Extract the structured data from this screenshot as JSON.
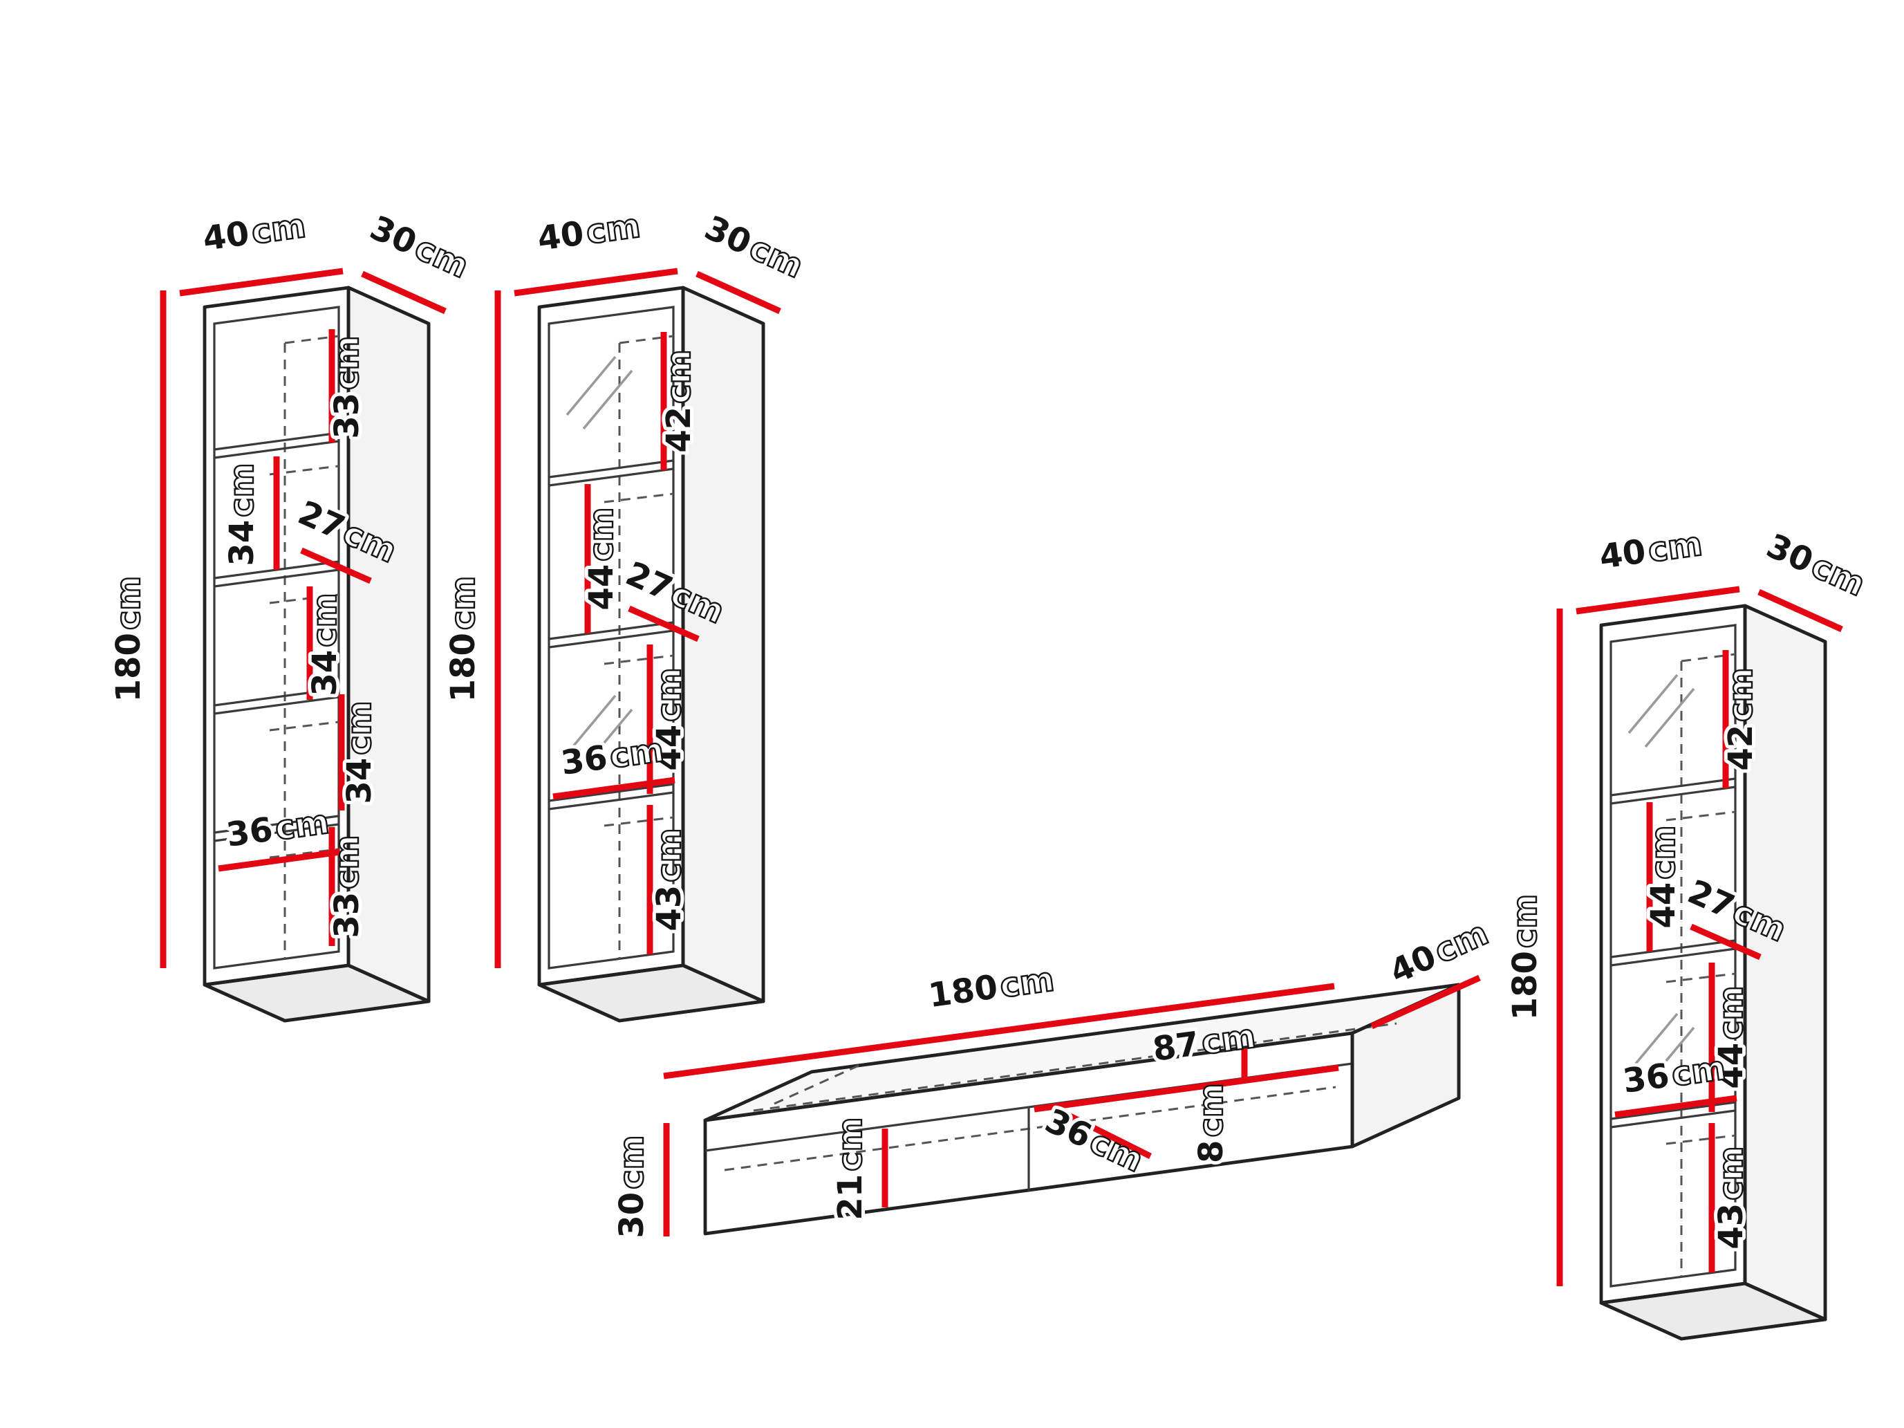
{
  "page": {
    "background": "#ffffff",
    "accent_red": "#e30613",
    "line_black": "#222222",
    "description": "Furniture wall-unit set dimension diagram: two hanging cabinets, TV stand and one hanging cabinet"
  },
  "cabinet1": {
    "kind": "hanging-open-shelf-cabinet",
    "width": {
      "v": "40",
      "u": "cm"
    },
    "depth": {
      "v": "30",
      "u": "cm"
    },
    "height": {
      "v": "180",
      "u": "cm"
    },
    "comp_top": {
      "v": "33",
      "u": "cm"
    },
    "comp_upper": {
      "v": "34",
      "u": "cm"
    },
    "inner_depth": {
      "v": "27",
      "u": "cm"
    },
    "comp_middle": {
      "v": "34",
      "u": "cm"
    },
    "comp_lower": {
      "v": "34",
      "u": "cm"
    },
    "inner_width": {
      "v": "36",
      "u": "cm"
    },
    "comp_bottom": {
      "v": "33",
      "u": "cm"
    }
  },
  "cabinet2": {
    "kind": "hanging-glass-door-cabinet",
    "width": {
      "v": "40",
      "u": "cm"
    },
    "depth": {
      "v": "30",
      "u": "cm"
    },
    "height": {
      "v": "180",
      "u": "cm"
    },
    "comp_top": {
      "v": "42",
      "u": "cm"
    },
    "comp_upper": {
      "v": "44",
      "u": "cm"
    },
    "inner_depth": {
      "v": "27",
      "u": "cm"
    },
    "comp_middle": {
      "v": "44",
      "u": "cm"
    },
    "inner_width": {
      "v": "36",
      "u": "cm"
    },
    "comp_bottom": {
      "v": "43",
      "u": "cm"
    }
  },
  "cabinet3": {
    "kind": "hanging-glass-door-cabinet",
    "width": {
      "v": "40",
      "u": "cm"
    },
    "depth": {
      "v": "30",
      "u": "cm"
    },
    "height": {
      "v": "180",
      "u": "cm"
    },
    "comp_top": {
      "v": "42",
      "u": "cm"
    },
    "comp_upper": {
      "v": "44",
      "u": "cm"
    },
    "inner_depth": {
      "v": "27",
      "u": "cm"
    },
    "comp_middle": {
      "v": "44",
      "u": "cm"
    },
    "inner_width": {
      "v": "36",
      "u": "cm"
    },
    "comp_bottom": {
      "v": "43",
      "u": "cm"
    }
  },
  "tv_stand": {
    "kind": "tv-stand-two-flaps",
    "length": {
      "v": "180",
      "u": "cm"
    },
    "depth": {
      "v": "40",
      "u": "cm"
    },
    "height": {
      "v": "30",
      "u": "cm"
    },
    "flap_width": {
      "v": "87",
      "u": "cm"
    },
    "inner_depth": {
      "v": "36",
      "u": "cm"
    },
    "flap_height": {
      "v": "21",
      "u": "cm"
    },
    "rail_height": {
      "v": "8",
      "u": "cm"
    }
  }
}
